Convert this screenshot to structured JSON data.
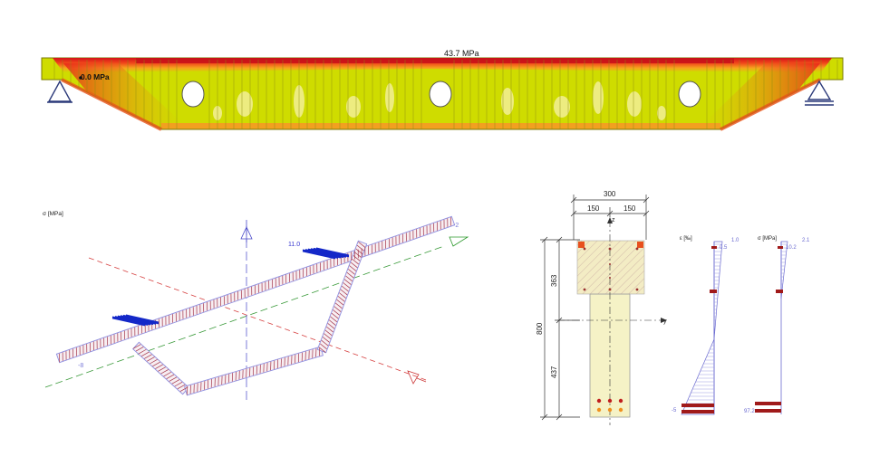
{
  "beam": {
    "max_stress_label": "43.7 MPa",
    "min_stress_label": "0.0 MPa",
    "colors": {
      "base": "#cfdc00",
      "hot": "#e8241a",
      "mid": "#f39a1c",
      "outline": "#7a7a00"
    }
  },
  "truss": {
    "axis_label": "σ [MPa]",
    "top_value_label": "11.0",
    "end_label": "-2",
    "bottom_left_label": "-8",
    "colors": {
      "member": "#a3354a",
      "outline": "#8f8fe0",
      "load": "#1428c8"
    }
  },
  "section": {
    "dim_total_width": "300",
    "dim_left_half": "150",
    "dim_right_half": "150",
    "dim_top_height": "363",
    "dim_total_height": "800",
    "dim_bottom_height": "437",
    "axis_y_label": "y",
    "axis_z_label": "z",
    "strain_label": "ε [‰]",
    "strain_top_value": "1.0",
    "strain_rebar_value": "0.5",
    "strain_bottom_value": "-5",
    "stress_label": "σ [MPa]",
    "stress_top_value": "2.1",
    "stress_rebar_value": "10.2",
    "stress_bottom_value": "97.2",
    "colors": {
      "flange": "#f3ecc4",
      "web": "#f5f2c6",
      "rebar": "#8b1a1a",
      "outline": "#7878d0"
    }
  }
}
